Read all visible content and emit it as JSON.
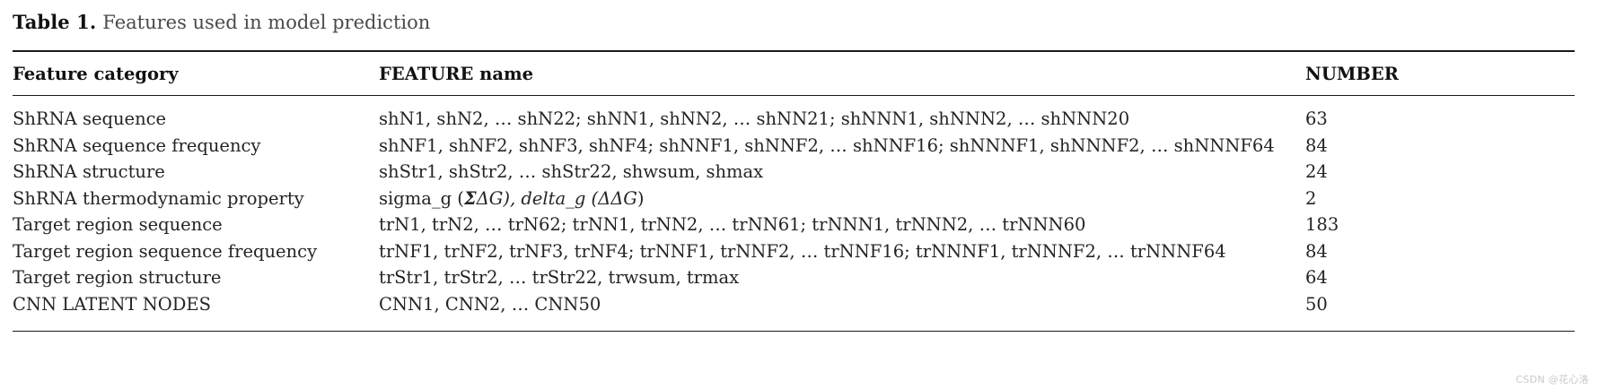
{
  "caption": {
    "label": "Table 1.",
    "text": "Features used in model prediction"
  },
  "table": {
    "columns": [
      "Feature category",
      "FEATURE name",
      "NUMBER"
    ],
    "rows": [
      {
        "category": "ShRNA sequence",
        "feature_name": "shN1, shN2, … shN22; shNN1, shNN2, … shNN21; shNNN1, shNNN2, … shNNN20",
        "number": "63"
      },
      {
        "category": "ShRNA sequence frequency",
        "feature_name": "shNF1, shNF2, shNF3, shNF4; shNNF1, shNNF2, … shNNF16; shNNNF1, shNNNF2, … shNNNF64",
        "number": "84"
      },
      {
        "category": "ShRNA structure",
        "feature_name": "shStr1, shStr2, … shStr22, shwsum, shmax",
        "number": "24"
      },
      {
        "category": "ShRNA thermodynamic property",
        "feature_name_parts": {
          "before": "sigma_g (",
          "sym1_bold": "Σ",
          "sym1_rest": "ΔG), delta_g (",
          "sym2": "ΔΔG",
          "after": ")"
        },
        "feature_name": "sigma_g (ΣΔG), delta_g (ΔΔG)",
        "number": "2"
      },
      {
        "category": "Target region sequence",
        "feature_name": "trN1, trN2, … trN62; trNN1, trNN2, … trNN61; trNNN1, trNNN2, … trNNN60",
        "number": "183"
      },
      {
        "category": "Target region sequence frequency",
        "feature_name": "trNF1, trNF2, trNF3, trNF4; trNNF1, trNNF2, … trNNF16; trNNNF1, trNNNF2, … trNNNF64",
        "number": "84"
      },
      {
        "category": "Target region structure",
        "feature_name": "trStr1, trStr2, … trStr22, trwsum, trmax",
        "number": "64"
      },
      {
        "category": "CNN LATENT NODES",
        "feature_name": "CNN1, CNN2, … CNN50",
        "number": "50"
      }
    ]
  },
  "watermark": "CSDN @花心洛"
}
